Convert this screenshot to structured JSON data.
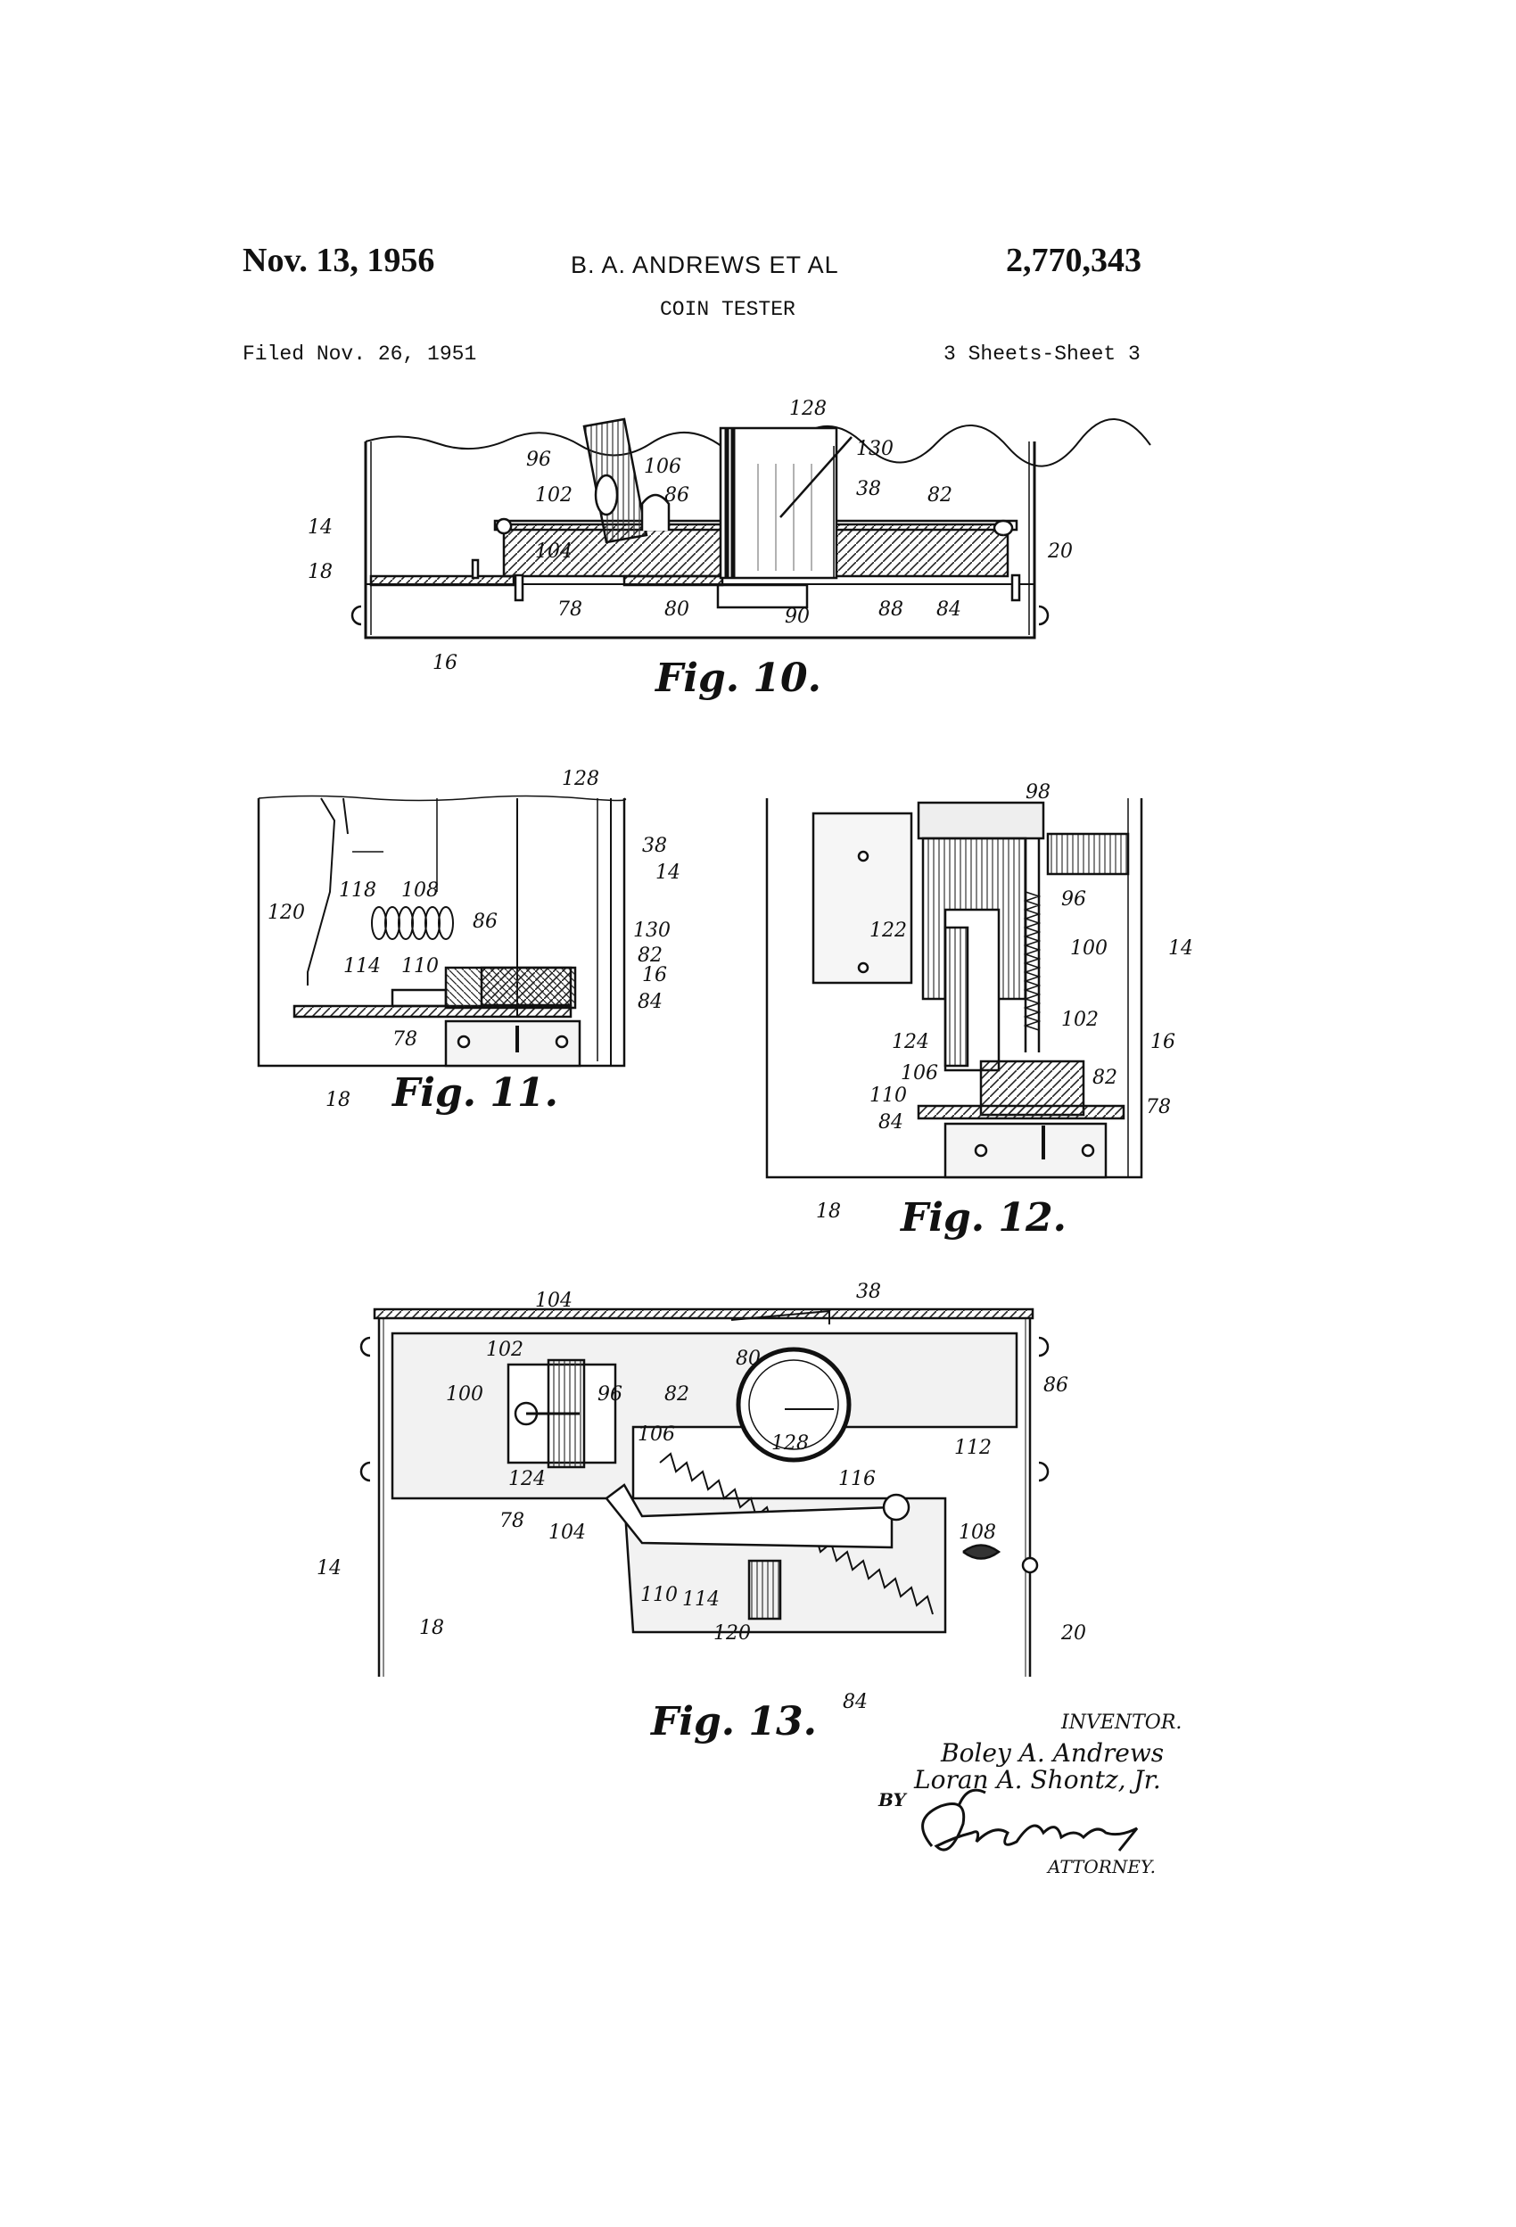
{
  "header": {
    "date": "Nov. 13, 1956",
    "inventors": "B. A. ANDREWS ET AL",
    "patent_number": "2,770,343",
    "title": "COIN TESTER",
    "filed": "Filed Nov. 26, 1951",
    "sheets": "3 Sheets-Sheet 3"
  },
  "figures": {
    "fig10": {
      "caption": "Fig. 10.",
      "labels": [
        "96",
        "102",
        "106",
        "86",
        "128",
        "130",
        "38",
        "82",
        "14",
        "18",
        "104",
        "20",
        "78",
        "80",
        "90",
        "88",
        "84",
        "16"
      ]
    },
    "fig11": {
      "caption": "Fig. 11.",
      "labels": [
        "128",
        "38",
        "14",
        "118",
        "108",
        "120",
        "86",
        "130",
        "82",
        "16",
        "114",
        "110",
        "84",
        "78",
        "18"
      ]
    },
    "fig12": {
      "caption": "Fig. 12.",
      "labels": [
        "98",
        "96",
        "100",
        "14",
        "122",
        "102",
        "16",
        "124",
        "106",
        "82",
        "110",
        "78",
        "84",
        "18"
      ]
    },
    "fig13": {
      "caption": "Fig. 13.",
      "labels": [
        "104",
        "38",
        "102",
        "100",
        "96",
        "82",
        "80",
        "86",
        "106",
        "128",
        "112",
        "124",
        "116",
        "78",
        "104",
        "108",
        "14",
        "110",
        "114",
        "18",
        "120",
        "20",
        "84"
      ]
    }
  },
  "signature_block": {
    "inventor_heading": "INVENTOR.",
    "inventor_1": "Boley A. Andrews",
    "inventor_2": "Loran A. Shontz, Jr.",
    "by": "BY",
    "attorney": "ATTORNEY."
  }
}
